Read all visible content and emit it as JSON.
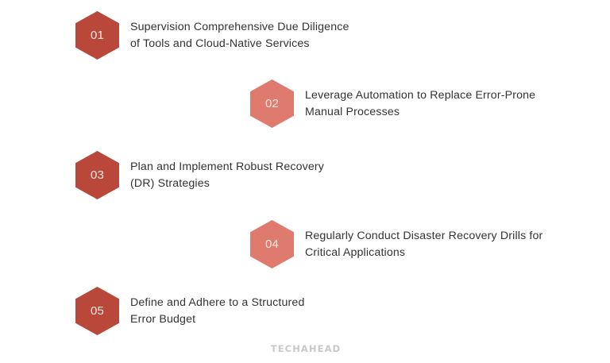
{
  "colors": {
    "hex_dark": "#B9483A",
    "hex_light": "#DE7B6E",
    "text": "#333333",
    "number_text": "#F6E8E5",
    "logo": "#C9C9C9"
  },
  "steps": [
    {
      "number": "01",
      "variant": "dark",
      "line1": "Supervision Comprehensive Due Diligence",
      "line2": "of Tools and Cloud-Native Services"
    },
    {
      "number": "02",
      "variant": "light",
      "line1": "Leverage Automation to Replace Error-Prone",
      "line2": "Manual Processes"
    },
    {
      "number": "03",
      "variant": "dark",
      "line1": "Plan and Implement Robust Recovery",
      "line2": "(DR) Strategies"
    },
    {
      "number": "04",
      "variant": "light",
      "line1": "Regularly Conduct Disaster Recovery Drills for",
      "line2": "Critical Applications"
    },
    {
      "number": "05",
      "variant": "dark",
      "line1": "Define and Adhere to a Structured",
      "line2": "Error Budget"
    }
  ],
  "logo": {
    "text": "TECHAHEAD"
  }
}
